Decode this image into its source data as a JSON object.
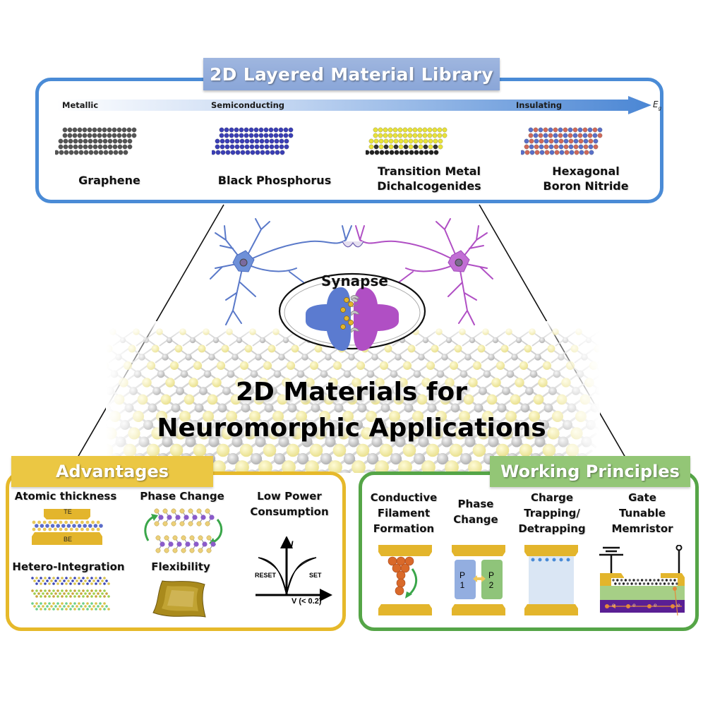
{
  "library": {
    "title": "2D Layered Material Library",
    "band": {
      "left": "Metallic",
      "middle": "Semiconducting",
      "right": "Insulating",
      "axis": "E",
      "axis_sub": "g"
    },
    "materials": [
      {
        "line1": "Graphene",
        "line2": "",
        "icon": "graphene-lattice-icon",
        "color": "#555555"
      },
      {
        "line1": "Black Phosphorus",
        "line2": "",
        "icon": "black-phosphorus-lattice-icon",
        "color": "#3b3fb5"
      },
      {
        "line1": "Transition Metal",
        "line2": "Dichalcogenides",
        "icon": "tmd-lattice-icon",
        "color": "#e8e23a"
      },
      {
        "line1": "Hexagonal",
        "line2": "Boron Nitride",
        "icon": "hbn-lattice-icon",
        "color": "#5a70c8"
      }
    ]
  },
  "synapse": {
    "label": "Synapse",
    "pre_color": "#5577cc",
    "post_color": "#b04fc4"
  },
  "center_title": {
    "line1": "2D Materials for",
    "line2": "Neuromorphic Applications"
  },
  "advantages": {
    "title": "Advantages",
    "items": [
      {
        "label": "Atomic thickness"
      },
      {
        "label": "Phase Change"
      },
      {
        "label1": "Low Power",
        "label2": "Consumption"
      },
      {
        "label": "Hetero-Integration"
      },
      {
        "label": "Flexibility"
      }
    ],
    "device_top": "TE",
    "device_bottom": "BE",
    "iv": {
      "reset": "RESET",
      "set": "SET",
      "y_axis": "I",
      "x_axis": "V (< 0.2)"
    }
  },
  "working_principles": {
    "title": "Working Principles",
    "items": [
      {
        "lines": [
          "Conductive",
          "Filament",
          "Formation"
        ]
      },
      {
        "lines": [
          "Phase",
          "Change"
        ]
      },
      {
        "lines": [
          "Charge",
          "Trapping/",
          "Detrapping"
        ]
      },
      {
        "lines": [
          "Gate",
          "Tunable",
          "Memristor"
        ]
      }
    ],
    "phase_labels": {
      "p1a": "P",
      "p1b": "1",
      "p2a": "P",
      "p2b": "2"
    },
    "electron": "e"
  },
  "colors": {
    "blue_frame": "#4a8bd6",
    "yellow_frame": "#e6b92a",
    "green_frame": "#55a547",
    "electrode": "#e3b52c"
  }
}
